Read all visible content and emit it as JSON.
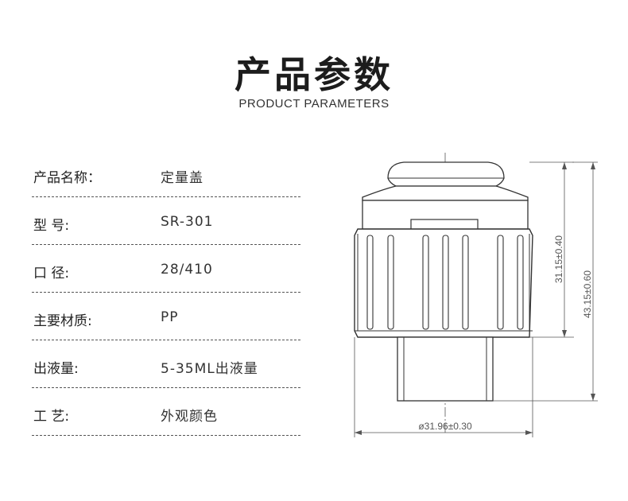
{
  "header": {
    "title": "产品参数",
    "subtitle": "PRODUCT PARAMETERS"
  },
  "specs": [
    {
      "label": "产品名称：",
      "value": "定量盖"
    },
    {
      "label": "型  号:",
      "value": "SR-301"
    },
    {
      "label": "口  径:",
      "value": "28/410"
    },
    {
      "label": "主要材质:",
      "value": "PP"
    },
    {
      "label": "出液量:",
      "value": "5-35ML出液量"
    },
    {
      "label": "工  艺:",
      "value": "外观颜色"
    }
  ],
  "drawing": {
    "dim_height_upper": "31.15±0.40",
    "dim_height_total": "43.15±0.60",
    "dim_diameter": "ø31.96±0.30"
  }
}
